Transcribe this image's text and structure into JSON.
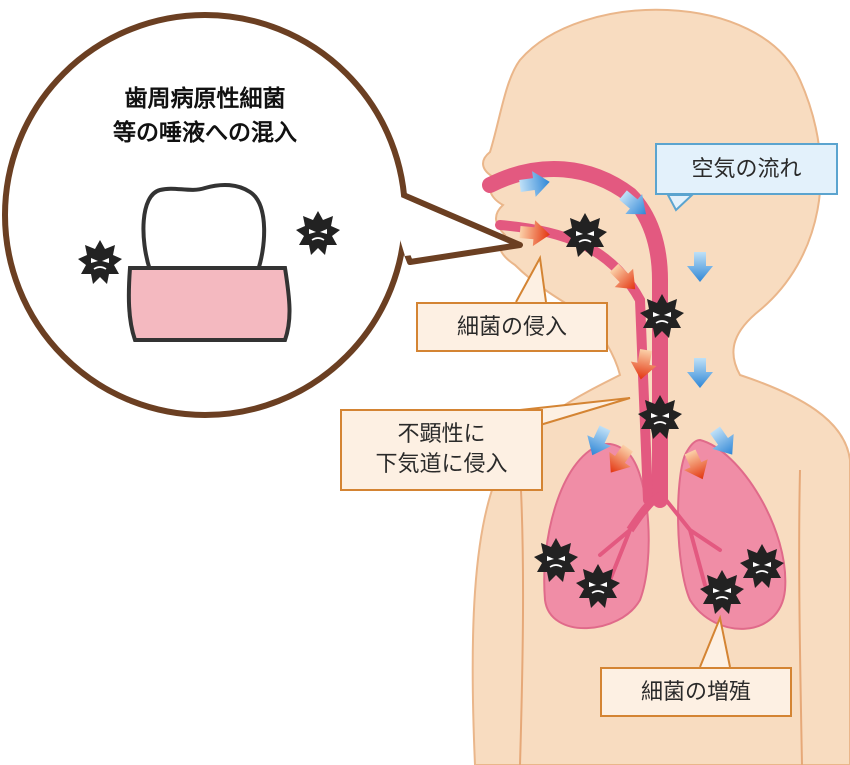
{
  "callout": {
    "title_line1": "歯周病原性細菌",
    "title_line2": "等の唾液への混入"
  },
  "labels": {
    "air_flow": "空気の流れ",
    "bacteria_entry": "細菌の侵入",
    "silent_aspiration_line1": "不顕性に",
    "silent_aspiration_line2": "下気道に侵入",
    "bacteria_growth": "細菌の増殖"
  },
  "colors": {
    "skin": "#f8dcc0",
    "skin_outline": "#eab68a",
    "airway": "#e35980",
    "lung": "#f08da6",
    "gum": "#f4b9c0",
    "callout_border": "#6b3f22",
    "bacteria": "#222222",
    "air_arrow": "#4a9ee0",
    "bacteria_arrow": "#e8481c",
    "label_border": "#d48433",
    "label_fill": "#fdf0e3",
    "air_label_border": "#5ba4cf",
    "air_label_fill": "#e3f1fb"
  },
  "icons": [
    "bacteria-icon",
    "tooth-icon",
    "blue-arrow-icon",
    "red-arrow-icon"
  ]
}
